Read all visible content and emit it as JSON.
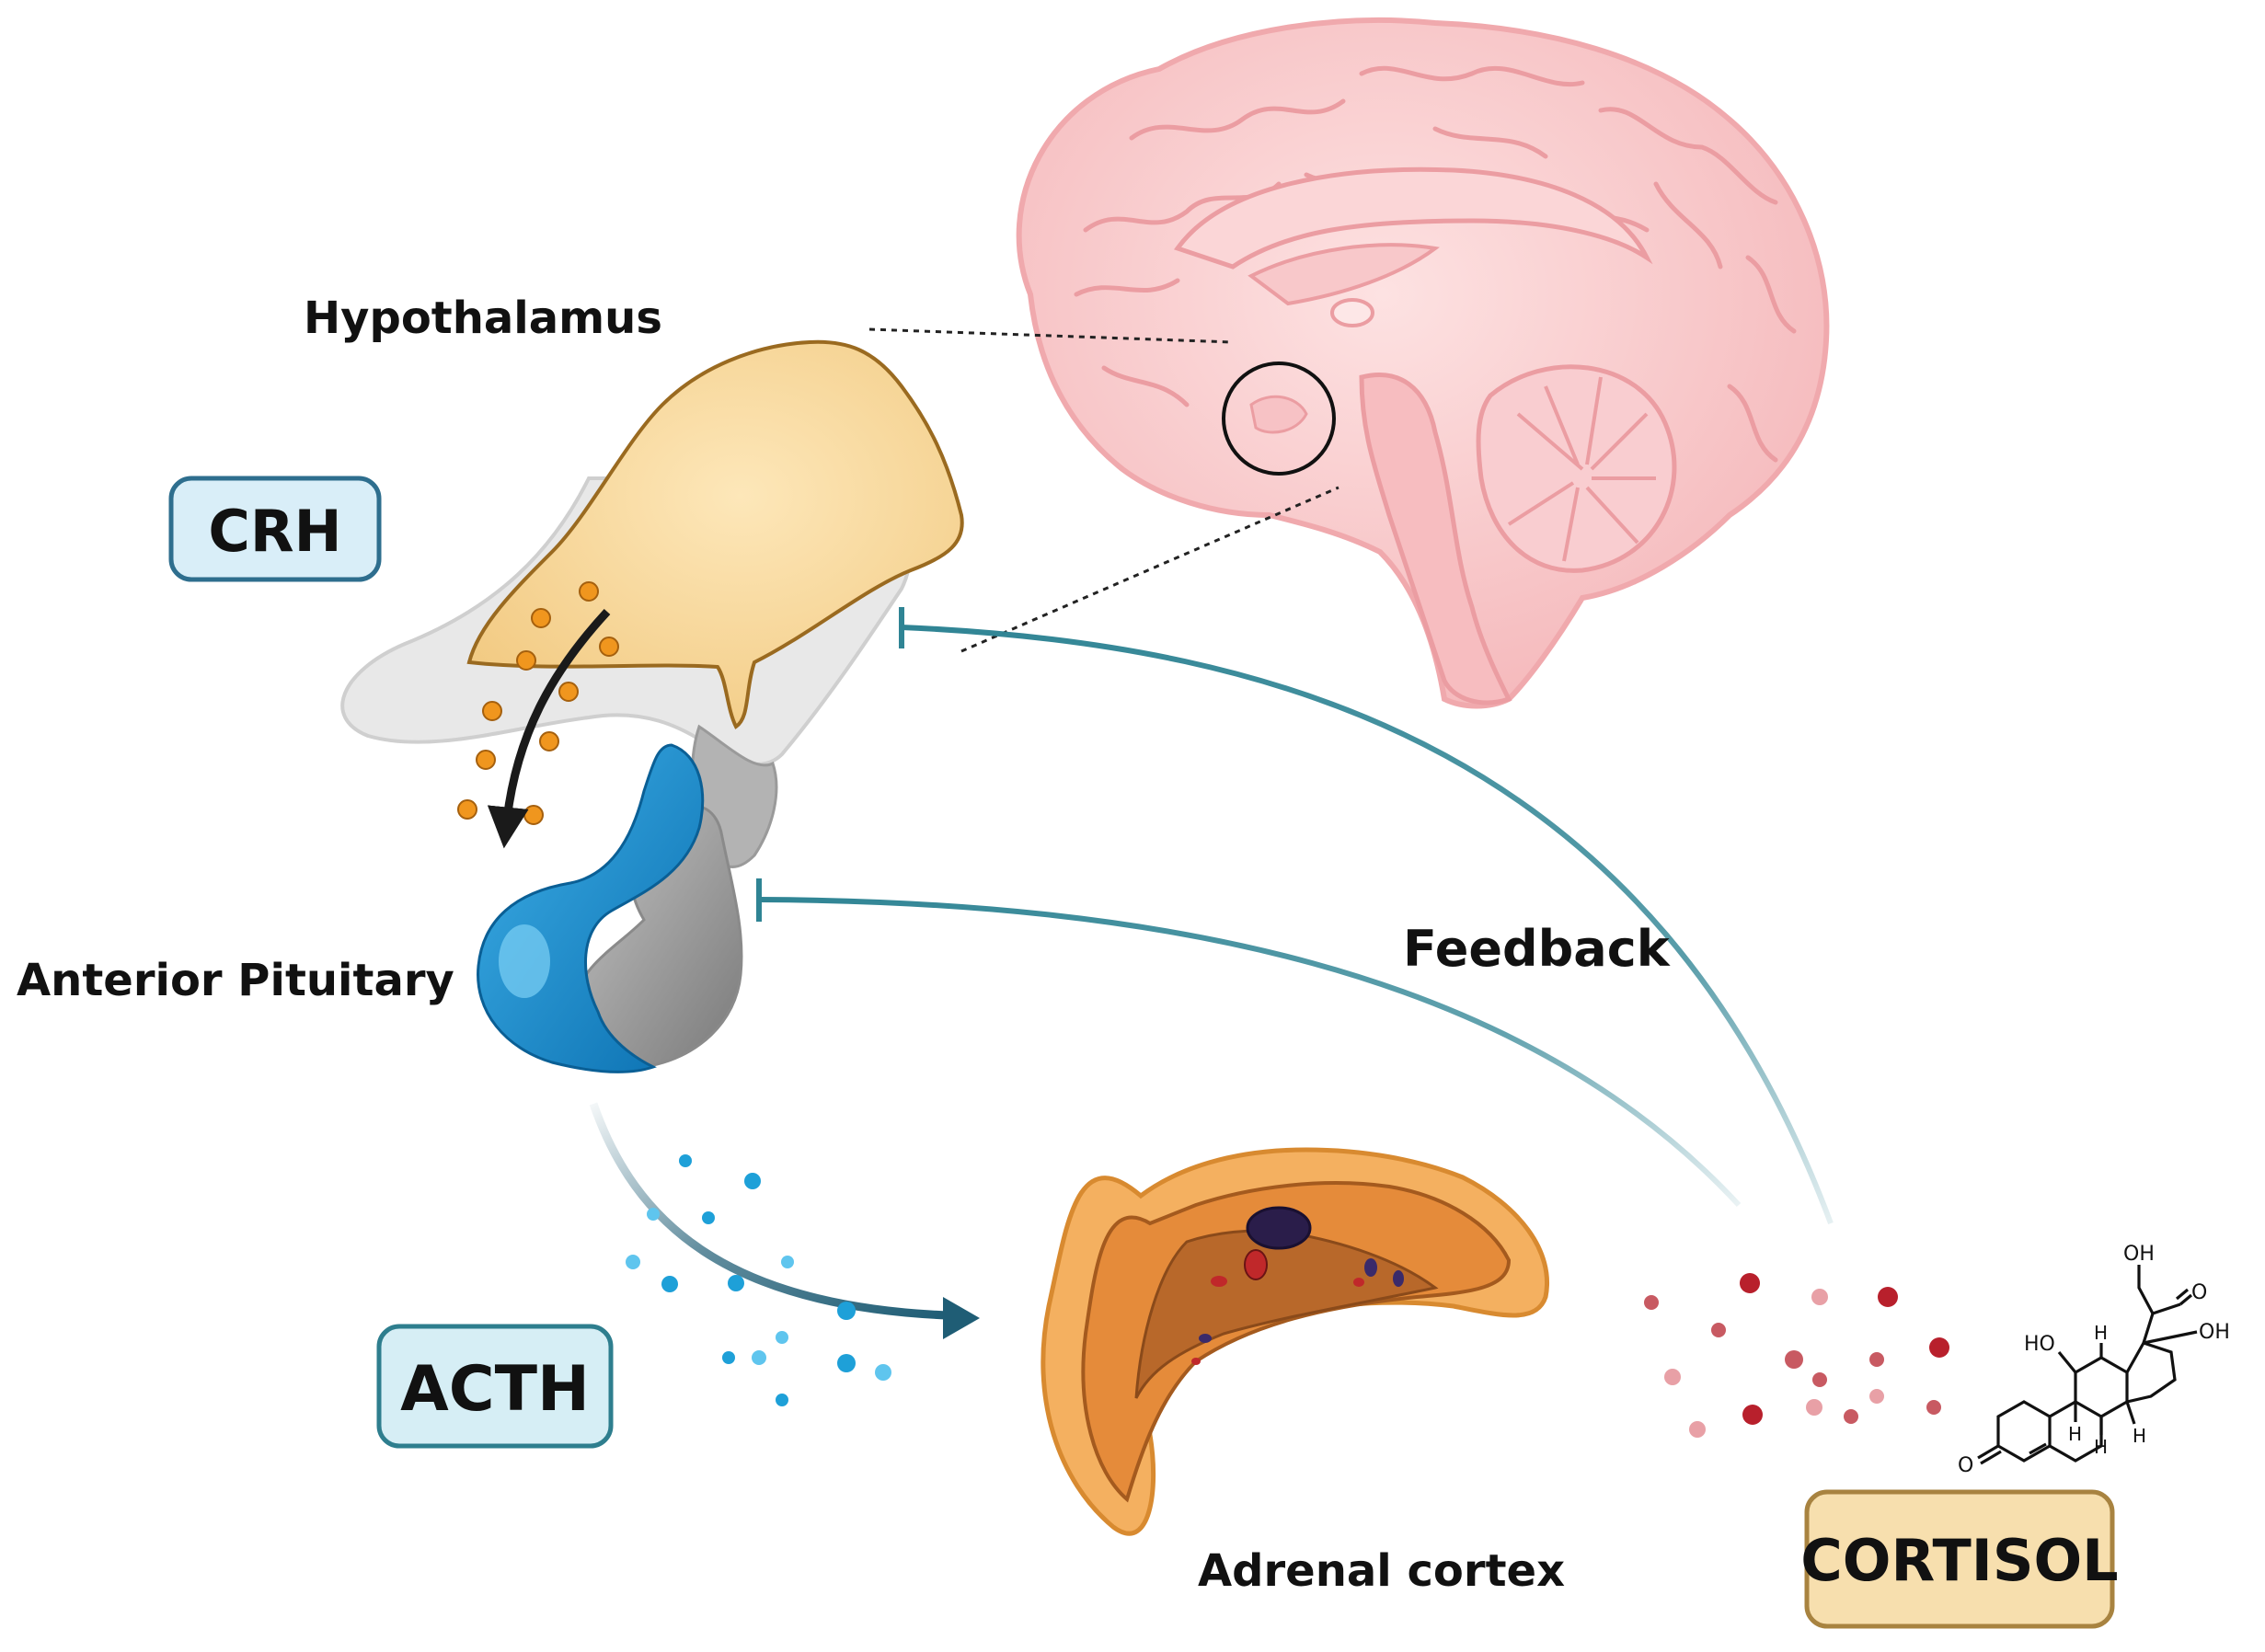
{
  "labels": {
    "hypothalamus": "Hypothalamus",
    "anterior_pituitary": "Anterior Pituitary",
    "feedback": "Feedback",
    "adrenal_cortex": "Adrenal cortex"
  },
  "boxes": {
    "crh": "CRH",
    "acth": "ACTH",
    "cortisol": "CORTISOL"
  },
  "molecule": {
    "oh_top": "OH",
    "o_keto": "O",
    "ho_left": "HO",
    "oh_right": "OH",
    "h1": "H",
    "h2": "H",
    "h3": "H",
    "h4": "H",
    "o_ring": "O"
  },
  "colors": {
    "crh_box": "#d9eef8",
    "crh_border": "#2e6e8e",
    "acth_box": "#d6eef5",
    "acth_border": "#2e7e8e",
    "cortisol_box": "#f7dfae",
    "cortisol_border": "#a88340",
    "feedback_line": "#2f8494",
    "crh_dots": "#f0961e",
    "acth_dots": "#1ea0d8",
    "cortisol_dots": "#b8202c",
    "brain": "#f6c6c8",
    "hypothalamus": "#f9dc9e",
    "pituitary_anterior": "#1a8fd0",
    "pituitary_posterior": "#9d9d9d",
    "adrenal_outer": "#f0a050",
    "adrenal_inner": "#bf6a2a"
  }
}
